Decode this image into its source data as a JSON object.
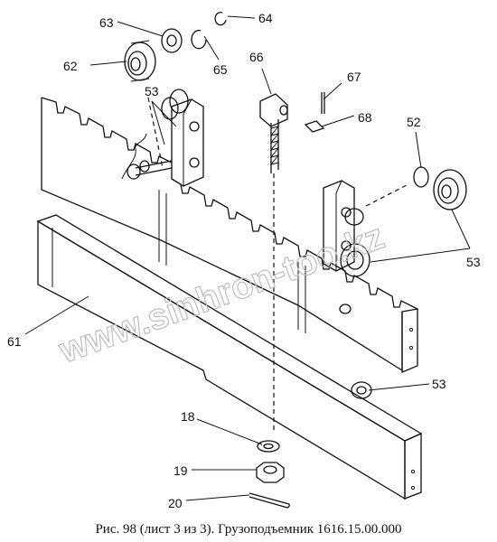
{
  "labels": {
    "l61": "61",
    "l62": "62",
    "l63": "63",
    "l64": "64",
    "l65": "65",
    "l66": "66",
    "l67": "67",
    "l68": "68",
    "l52": "52",
    "l53a": "53",
    "l53b": "53",
    "l53c": "53",
    "l18": "18",
    "l19": "19",
    "l20": "20"
  },
  "watermark": "www.sinhron-too.kz",
  "caption": "Рис. 98 (лист 3 из 3). Грузоподъемник 1616.15.00.000"
}
